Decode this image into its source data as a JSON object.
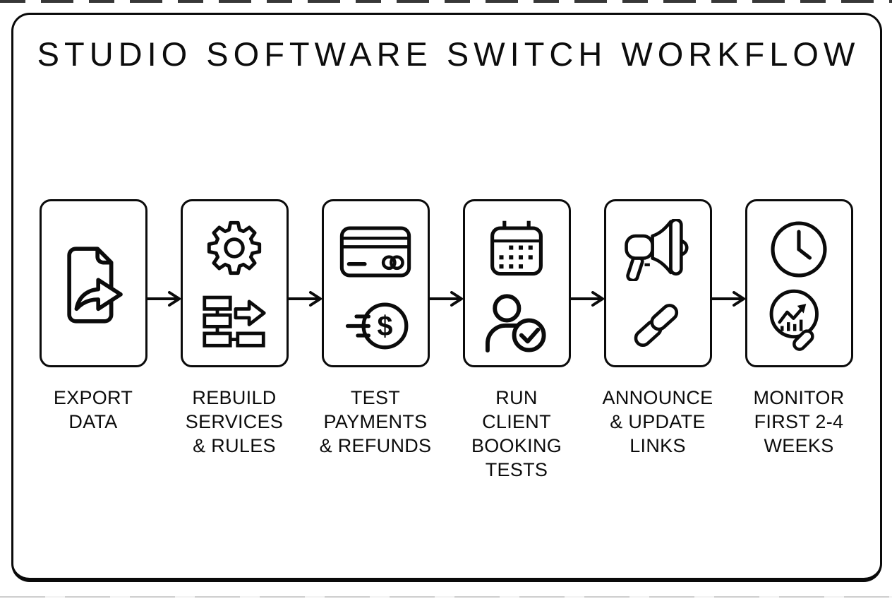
{
  "title": "STUDIO SOFTWARE SWITCH WORKFLOW",
  "diagram_type": "horizontal workflow, 6 steps connected by right arrows",
  "colors": {
    "ink": "#0b0b0b",
    "background": "#ffffff"
  },
  "connector": {
    "type": "arrow-right",
    "count": 5
  },
  "coin_symbol": "$",
  "steps": [
    {
      "id": "export-data",
      "label": "EXPORT\nDATA",
      "icons": [
        "document-export-icon"
      ]
    },
    {
      "id": "rebuild-services-rules",
      "label": "REBUILD\nSERVICES\n& RULES",
      "icons": [
        "gear-icon",
        "flowchart-icon"
      ]
    },
    {
      "id": "test-payments-refunds",
      "label": "TEST\nPAYMENTS\n& REFUNDS",
      "icons": [
        "credit-card-icon",
        "dollar-coin-icon"
      ]
    },
    {
      "id": "run-client-booking-tests",
      "label": "RUN\nCLIENT\nBOOKING\nTESTS",
      "icons": [
        "calendar-icon",
        "client-check-icon"
      ]
    },
    {
      "id": "announce-update-links",
      "label": "ANNOUNCE\n& UPDATE\nLINKS",
      "icons": [
        "megaphone-icon",
        "link-icon"
      ]
    },
    {
      "id": "monitor-first-weeks",
      "label": "MONITOR\nFIRST 2-4\nWEEKS",
      "icons": [
        "clock-icon",
        "chart-magnifier-icon"
      ]
    }
  ]
}
